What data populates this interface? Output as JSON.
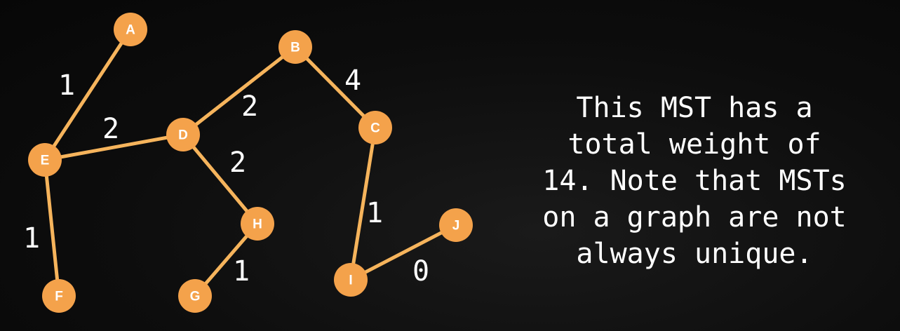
{
  "graph": {
    "nodes": [
      {
        "id": "A",
        "label": "A"
      },
      {
        "id": "B",
        "label": "B"
      },
      {
        "id": "C",
        "label": "C"
      },
      {
        "id": "D",
        "label": "D"
      },
      {
        "id": "E",
        "label": "E"
      },
      {
        "id": "F",
        "label": "F"
      },
      {
        "id": "G",
        "label": "G"
      },
      {
        "id": "H",
        "label": "H"
      },
      {
        "id": "I",
        "label": "I"
      },
      {
        "id": "J",
        "label": "J"
      }
    ],
    "edges": [
      {
        "from": "A",
        "to": "E",
        "weight": "1"
      },
      {
        "from": "E",
        "to": "D",
        "weight": "2"
      },
      {
        "from": "E",
        "to": "F",
        "weight": "1"
      },
      {
        "from": "D",
        "to": "B",
        "weight": "2"
      },
      {
        "from": "D",
        "to": "H",
        "weight": "2"
      },
      {
        "from": "B",
        "to": "C",
        "weight": "4"
      },
      {
        "from": "H",
        "to": "G",
        "weight": "1"
      },
      {
        "from": "C",
        "to": "I",
        "weight": "1"
      },
      {
        "from": "I",
        "to": "J",
        "weight": "0"
      }
    ],
    "colors": {
      "node": "#f4a24b",
      "edge": "#f6b45c",
      "text": "#ffffff",
      "background": "#0b0b0b"
    }
  },
  "caption": {
    "lines": [
      "This MST has a",
      "total weight of",
      "14. Note that MSTs",
      "on a graph are not",
      "always unique."
    ]
  }
}
